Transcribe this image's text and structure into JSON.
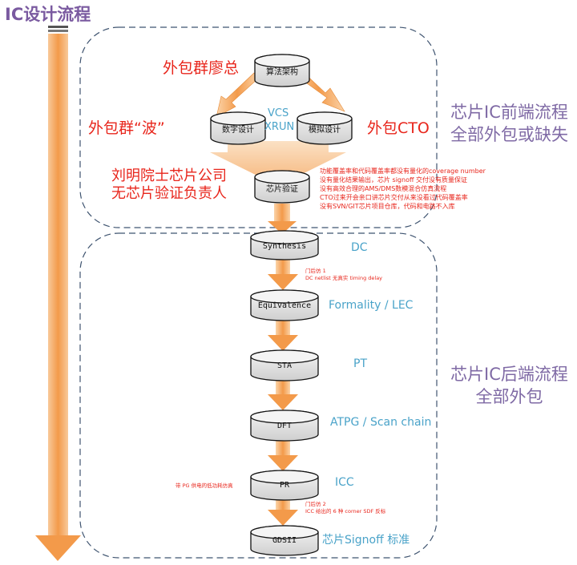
{
  "title": "IC设计流程",
  "frontend_label": [
    "芯片IC前端流程",
    "全部外包或缺失"
  ],
  "backend_label": [
    "芯片IC后端流程",
    "全部外包"
  ],
  "nodes": {
    "algo": "算法架构",
    "digital": "数字设计",
    "analog": "模拟设计",
    "verify": "芯片验证",
    "synthesis": "Synthesis",
    "equivalence": "Equivalence",
    "sta": "STA",
    "dft": "DFT",
    "pr": "PR",
    "gdsii": "GDSII"
  },
  "annotations": {
    "algo_owner": "外包群廖总",
    "digital_owner": "外包群“波”",
    "analog_owner": "外包CTO",
    "verify_owner": [
      "刘明院士芯片公司",
      "无芯片验证负责人"
    ],
    "vcs": "VCS",
    "xrun": "XRUN",
    "verify_notes": [
      "功能覆盖率和代码覆盖率都没有量化的coverage number",
      "没有量化结果输出，芯片 signoff 交付没有质量保证",
      "没有高效合理的AMS/DMS数模混合仿真流程",
      "CTO过来开会亲口讲芯片交付从来没看过代码覆盖率",
      "没有SVN/GIT芯片项目仓库，代码和电路不入库"
    ],
    "dc": "DC",
    "gate_sim1": [
      "门后仿 1",
      "DC netlist 无真实 timing delay"
    ],
    "formality": "Formality / LEC",
    "pt": "PT",
    "atpg": "ATPG / Scan chain",
    "pg_sim": "带 PG 供电的低功耗仿真",
    "icc": "ICC",
    "gate_sim2": [
      "门后仿 2",
      "ICC 给出的 6 种 corner SDF 反标"
    ],
    "signoff": "芯片Signoff 标准"
  },
  "colors": {
    "arrow_orange": "#f39a4a",
    "arrow_light": "#fbd9b5",
    "dash_border": "#3f5470",
    "red": "#e8261c",
    "blue": "#4aa3c9",
    "purple": "#7f6aa5"
  }
}
